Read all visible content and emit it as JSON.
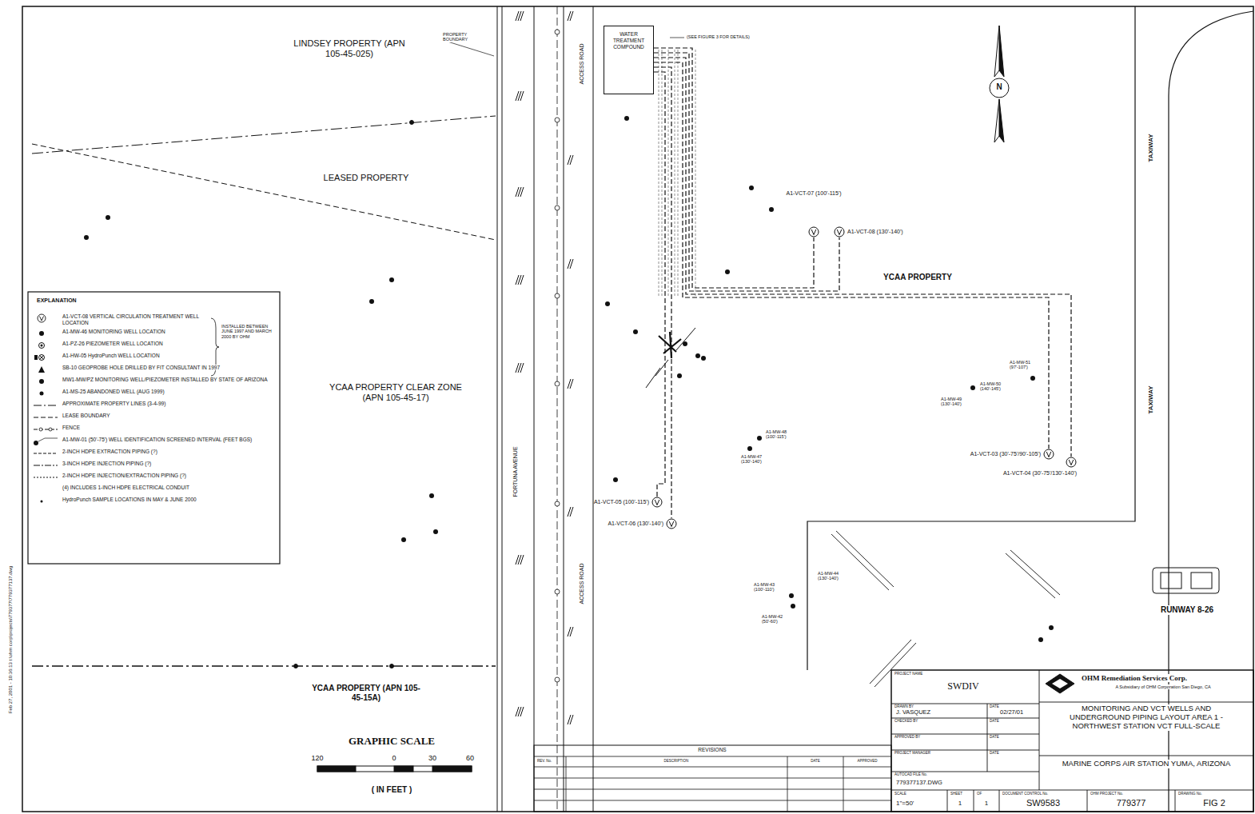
{
  "diagram": {
    "nodes": [
      {
        "text": [
          "WATER TREATMENT COMPOUND"
        ]
      },
      {
        "text": [
          "A1-VCT-07 (100'-115')"
        ]
      },
      {
        "text": [
          "A1-VCT-08 (130'-140')"
        ]
      },
      {
        "text": [
          "A1-VCT-03 (30'-75'/90'-105')"
        ]
      },
      {
        "text": [
          "A1-VCT-04 (30'-75'/130'-140')"
        ]
      },
      {
        "text": [
          "A1-VCT-05 (100'-115')"
        ]
      },
      {
        "text": [
          "A1-VCT-06 (130'-140')"
        ]
      }
    ],
    "edges": [
      {
        "from": 0,
        "to": 1,
        "arrow": "none"
      },
      {
        "from": 0,
        "to": 2,
        "arrow": "none"
      },
      {
        "from": 0,
        "to": 3,
        "arrow": "none"
      },
      {
        "from": 0,
        "to": 4,
        "arrow": "none"
      },
      {
        "from": 0,
        "to": 5,
        "arrow": "none"
      },
      {
        "from": 0,
        "to": 6,
        "arrow": "none"
      }
    ],
    "labels": [
      "LINDSEY PROPERTY (APN 105-45-025)",
      "PROPERTY BOUNDARY",
      "LEASED PROPERTY",
      "YCAA PROPERTY CLEAR ZONE (APN 105-45-17)",
      "YCAA PROPERTY (APN 105-45-15A)",
      "FORTUNA AVENUE",
      "ACCESS ROAD",
      "ACCESS ROAD",
      "(SEE FIGURE 3 FOR DETAILS)",
      "N",
      "YCAA PROPERTY",
      "TAXIWAY",
      "TAXIWAY",
      "RUNWAY 8-26",
      "GRAPHIC SCALE",
      "120",
      "0",
      "30",
      "60",
      "( IN FEET )",
      "EXPLANATION",
      "INSTALLED BETWEEN JUNE 1997 AND MARCH 2000 BY OHM",
      "A1-MW-51 (97'-107')",
      "A1-MW-50 (140'-145')",
      "A1-MW-49 (130'-140')",
      "A1-MW-48 (100'-115')",
      "A1-MW-47 (130'-140')",
      "A1-MW-44 (130'-140')",
      "A1-MW-43 (100'-110')",
      "A1-MW-42 (50'-60')",
      "Feb 27, 2001 - 10:36:13 t:\\ohm corp\\projects\\779377\\779377137.dwg",
      "PROJECT NAME",
      "SWDIV",
      "DRAWN BY",
      "J. VASQUEZ",
      "DATE",
      "02/27/01",
      "CHECKED BY",
      "DATE",
      "APPROVED BY",
      "DATE",
      "PROJECT MANAGER",
      "DATE",
      "AUTOCAD FILE No.",
      "779377137.DWG",
      "SCALE",
      "1\"=50'",
      "SHEET",
      "1",
      "OF",
      "1",
      "DOCUMENT CONTROL No.",
      "SW9583",
      "OHM PROJECT No.",
      "779377",
      "DRAWING No.",
      "FIG 2",
      "OHM Remediation Services Corp.",
      "A Subsidiary of OHM Corporation San Diego, CA",
      "MONITORING AND VCT WELLS AND UNDERGROUND PIPING LAYOUT AREA 1 - NORTHWEST STATION VCT FULL-SCALE",
      "MARINE CORPS AIR STATION YUMA, ARIZONA",
      "REVISIONS",
      "REV. No.",
      "DESCRIPTION",
      "DATE",
      "APPROVED"
    ],
    "legend": [
      {
        "text": "A1-VCT-08 VERTICAL CIRCULATION TREATMENT WELL LOCATION"
      },
      {
        "text": "A1-MW-46 MONITORING WELL LOCATION"
      },
      {
        "text": "A1-PZ-26 PIEZOMETER WELL LOCATION"
      },
      {
        "text": "A1-HW-05 HydroPunch WELL LOCATION"
      },
      {
        "text": "SB-10 GEOPROBE HOLE DRILLED BY FIT CONSULTANT IN 1997"
      },
      {
        "text": "MW1-MW/PZ MONITORING WELL/PIEZOMETER INSTALLED BY STATE OF ARIZONA"
      },
      {
        "text": "A1-MS-25 ABANDONED WELL (AUG 1999)"
      },
      {
        "text": "APPROXIMATE PROPERTY LINES (3-4-99)"
      },
      {
        "text": "LEASE BOUNDARY"
      },
      {
        "text": "FENCE"
      },
      {
        "text": "A1-MW-01 (50'-75') WELL IDENTIFICATION SCREENED INTERVAL (FEET BGS)"
      },
      {
        "text": "2-INCH HDPE EXTRACTION PIPING (?)"
      },
      {
        "text": "3-INCH HDPE INJECTION PIPING (?)"
      },
      {
        "text": "2-INCH HDPE INJECTION/EXTRACTION PIPING (?)"
      },
      {
        "text": "(4) INCLUDES 1-INCH HDPE ELECTRICAL CONDUIT"
      },
      {
        "text": "HydroPunch SAMPLE LOCATIONS IN MAY & JUNE 2000"
      }
    ]
  }
}
